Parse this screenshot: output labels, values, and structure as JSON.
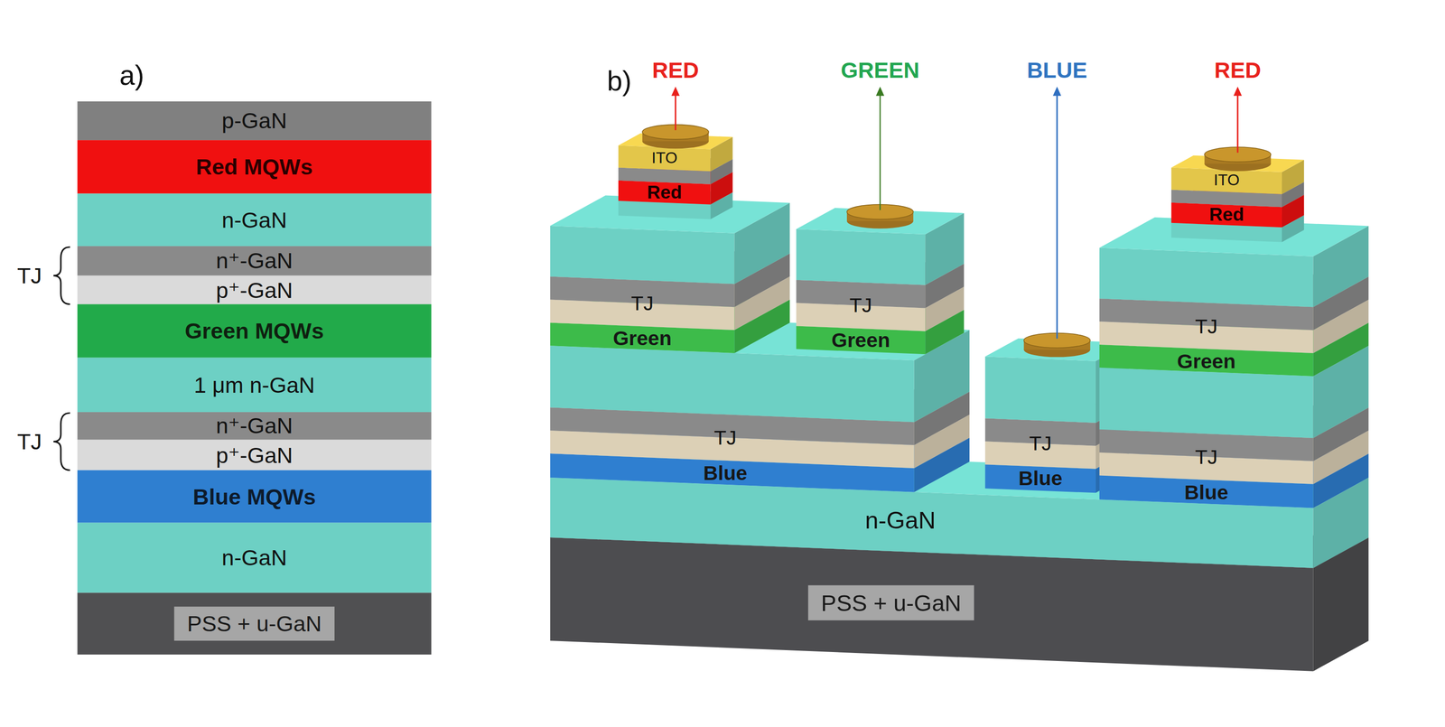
{
  "diagram": {
    "nodes": [
      {
        "text": [
          "p-GaN"
        ]
      },
      {
        "text": [
          "Red MQWs"
        ]
      },
      {
        "text": [
          "n-GaN"
        ]
      },
      {
        "text": [
          "n⁺-GaN"
        ]
      },
      {
        "text": [
          "p⁺-GaN"
        ]
      },
      {
        "text": [
          "Green MQWs"
        ]
      },
      {
        "text": [
          "1 μm n-GaN"
        ]
      },
      {
        "text": [
          "n⁺-GaN"
        ]
      },
      {
        "text": [
          "p⁺-GaN"
        ]
      },
      {
        "text": [
          "Blue MQWs"
        ]
      },
      {
        "text": [
          "n-GaN"
        ]
      },
      {
        "text": [
          "PSS + u-GaN"
        ]
      }
    ],
    "labels": [
      "a)",
      "TJ",
      "TJ",
      "b)",
      "RED",
      "GREEN",
      "BLUE",
      "RED",
      "ITO",
      "Red",
      "TJ",
      "Green",
      "TJ",
      "Green",
      "TJ",
      "Blue",
      "TJ",
      "Blue",
      "ITO",
      "Red",
      "TJ",
      "Green",
      "TJ",
      "Blue",
      "n-GaN",
      "PSS + u-GaN"
    ]
  }
}
